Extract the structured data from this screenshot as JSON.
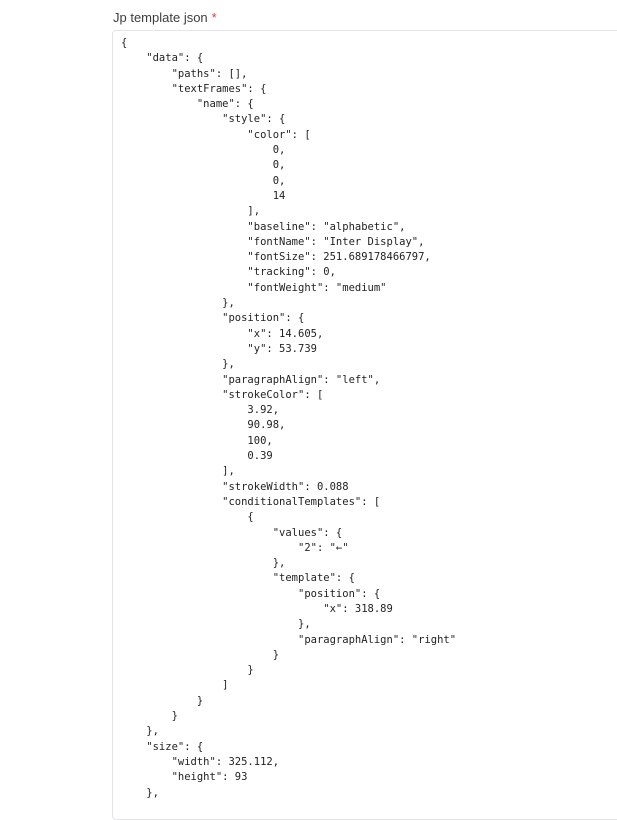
{
  "field": {
    "label": "Jp template json",
    "required_mark": "*"
  },
  "editor": {
    "lines": [
      "{",
      "    \"data\": {",
      "        \"paths\": [],",
      "        \"textFrames\": {",
      "            \"name\": {",
      "                \"style\": {",
      "                    \"color\": [",
      "                        0,",
      "                        0,",
      "                        0,",
      "                        14",
      "                    ],",
      "                    \"baseline\": \"alphabetic\",",
      "                    \"fontName\": \"Inter Display\",",
      "                    \"fontSize\": 251.689178466797,",
      "                    \"tracking\": 0,",
      "                    \"fontWeight\": \"medium\"",
      "                },",
      "                \"position\": {",
      "                    \"x\": 14.605,",
      "                    \"y\": 53.739",
      "                },",
      "                \"paragraphAlign\": \"left\",",
      "                \"strokeColor\": [",
      "                    3.92,",
      "                    90.98,",
      "                    100,",
      "                    0.39",
      "                ],",
      "                \"strokeWidth\": 0.088",
      "                \"conditionalTemplates\": [",
      "                    {",
      "                        \"values\": {",
      "                            \"2\": \"←\"",
      "                        },",
      "                        \"template\": {",
      "                            \"position\": {",
      "                                \"x\": 318.89",
      "                            },",
      "                            \"paragraphAlign\": \"right\"",
      "                        }",
      "                    }",
      "                ]",
      "            }",
      "        }",
      "    },",
      "    \"size\": {",
      "        \"width\": 325.112,",
      "        \"height\": 93",
      "    },"
    ]
  }
}
